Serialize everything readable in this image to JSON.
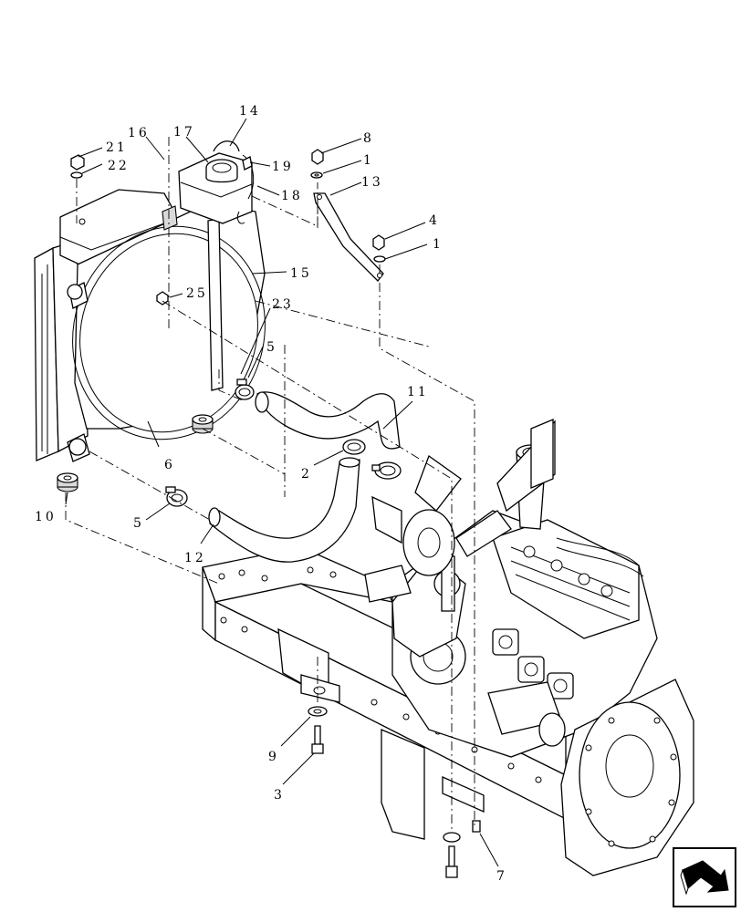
{
  "callouts": {
    "c1a": "1",
    "c1b": "1",
    "c2": "2",
    "c3": "3",
    "c4": "4",
    "c5a": "5",
    "c5b": "5",
    "c6": "6",
    "c7": "7",
    "c8": "8",
    "c9": "9",
    "c10": "10",
    "c11": "11",
    "c12": "12",
    "c13": "13",
    "c14": "14",
    "c15": "15",
    "c16": "16",
    "c17": "17",
    "c18": "18",
    "c19": "19",
    "c21": "21",
    "c22": "22",
    "c23": "23",
    "c25": "25"
  },
  "nav": {
    "icon": "next-page-arrow-icon"
  }
}
